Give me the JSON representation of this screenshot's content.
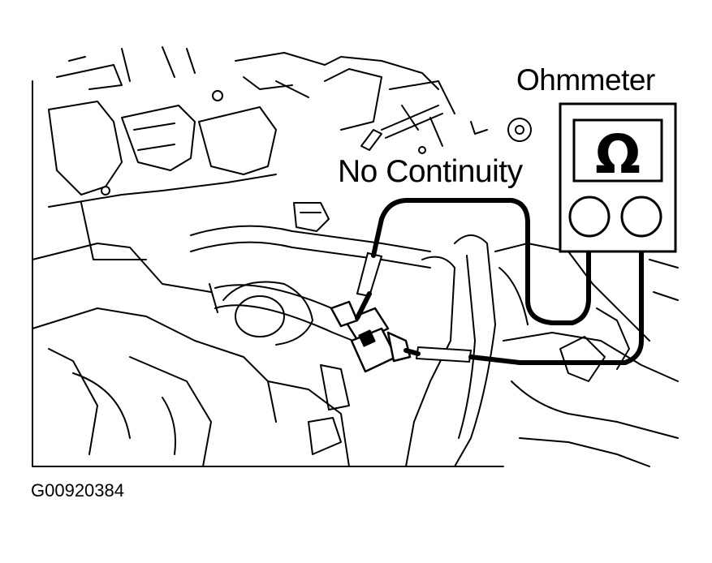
{
  "labels": {
    "ohmmeter": "Ohmmeter",
    "continuity": "No Continuity",
    "figure_code": "G00920384"
  },
  "meter": {
    "symbol": "Ω"
  },
  "colors": {
    "ink": "#000000",
    "paper": "#ffffff"
  }
}
